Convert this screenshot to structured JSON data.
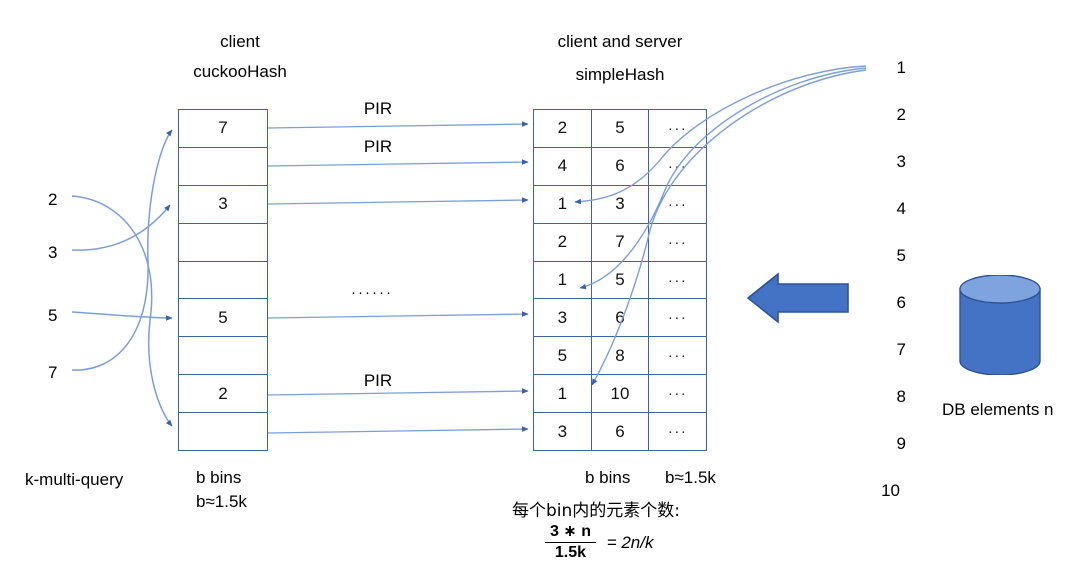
{
  "headers": {
    "client_title_line1": "client",
    "client_title_line2": "cuckooHash",
    "server_title_line1": "client and server",
    "server_title_line2": "simpleHash"
  },
  "queries": {
    "label": "k-multi-query",
    "values": [
      "2",
      "3",
      "5",
      "7"
    ]
  },
  "cuckoo_table": {
    "caption_line1": "b bins",
    "caption_line2": "b≈1.5k",
    "rows": [
      "7",
      "",
      "3",
      "",
      "",
      "5",
      "",
      "2",
      ""
    ]
  },
  "simple_table": {
    "caption_line1": "b bins",
    "caption_line2": "b≈1.5k",
    "note": "每个bin内的元素个数:",
    "formula_numerator": "3 ∗ n",
    "formula_denominator": "1.5k",
    "formula_result": "= 2n/k",
    "ellipsis": "···",
    "rows": [
      [
        "2",
        "5"
      ],
      [
        "4",
        "6"
      ],
      [
        "1",
        "3"
      ],
      [
        "2",
        "7"
      ],
      [
        "1",
        "5"
      ],
      [
        "3",
        "6"
      ],
      [
        "5",
        "8"
      ],
      [
        "1",
        "10"
      ],
      [
        "3",
        "6"
      ]
    ]
  },
  "pir_labels": {
    "one": "PIR",
    "two": "PIR",
    "three": "PIR",
    "ellipsis": "······"
  },
  "database": {
    "label": "DB elements n",
    "elements": [
      "1",
      "2",
      "3",
      "4",
      "5",
      "6",
      "7",
      "8",
      "9",
      "10"
    ]
  },
  "colors": {
    "table_border": "#3a62a8",
    "thin_arrow": "#7b9ddb",
    "thick_arrow": "#4472c4",
    "cylinder_body": "#4472c4",
    "cylinder_top": "#7fa3de"
  }
}
